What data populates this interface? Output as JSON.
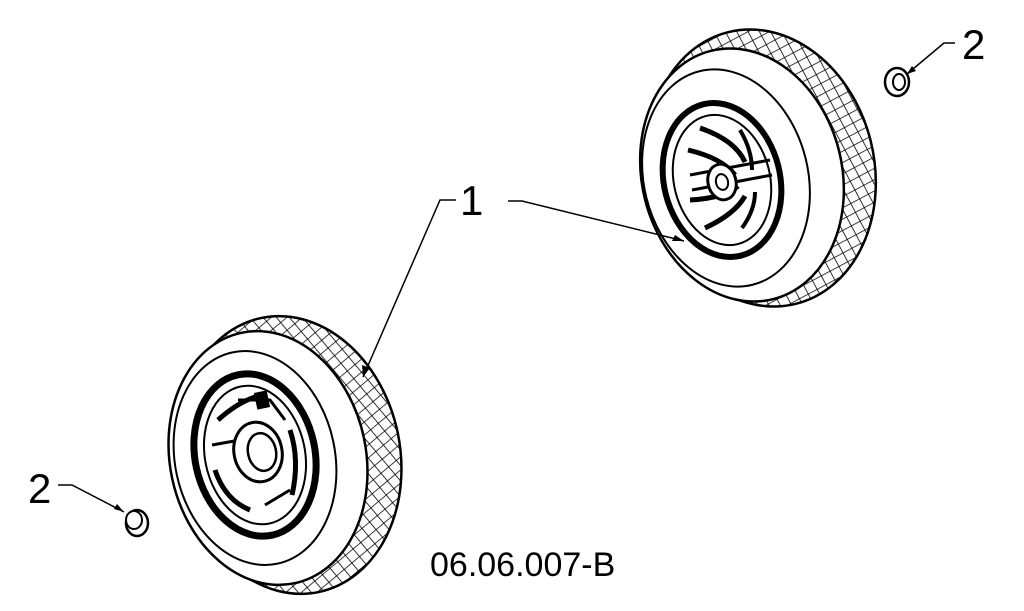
{
  "diagram": {
    "callouts": [
      {
        "label": "1"
      },
      {
        "label": "2"
      },
      {
        "label": "2"
      }
    ],
    "drawing_code": "06.06.007-B"
  }
}
